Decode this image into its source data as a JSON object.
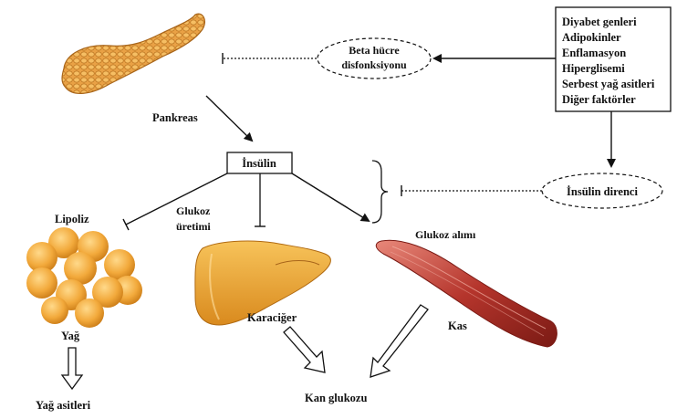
{
  "labels": {
    "pankreas": "Pankreas",
    "insulin": "İnsülin",
    "beta_line1": "Beta hücre",
    "beta_line2": "disfonksiyonu",
    "insulin_direnci": "İnsülin direnci",
    "lipoliz": "Lipoliz",
    "glukoz_line1": "Glukoz",
    "glukoz_line2": "üretimi",
    "glukoz_alimi": "Glukoz alımı",
    "karaciger": "Karaciğer",
    "kas": "Kas",
    "yag": "Yağ",
    "yag_asitleri": "Yağ asitleri",
    "kan_glukozu": "Kan glukozu"
  },
  "factors": [
    "Diyabet genleri",
    "Adipokinler",
    "Enflamasyon",
    "Hiperglisemi",
    "Serbest yağ asitleri",
    "Diğer faktörler"
  ],
  "colors": {
    "organ_orange": "#F2A93B",
    "muscle_red": "#B5352C",
    "line": "#111111"
  }
}
